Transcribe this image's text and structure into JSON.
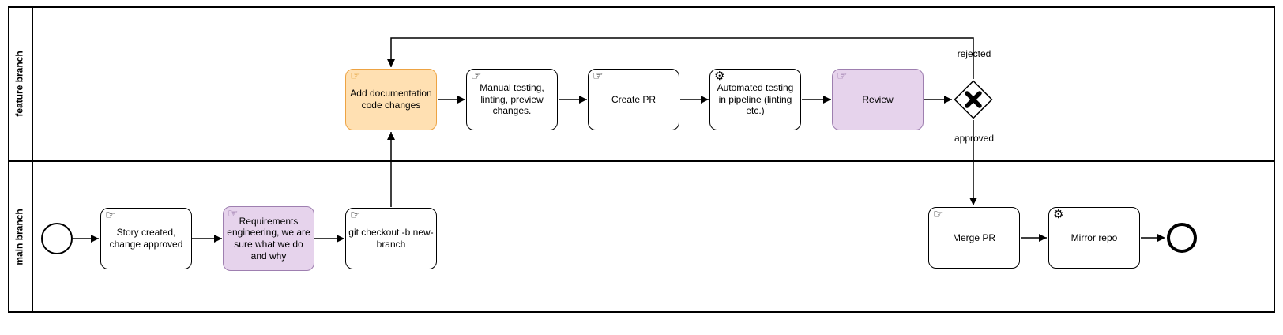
{
  "lanes": [
    {
      "label": "feature branch"
    },
    {
      "label": "main branch"
    }
  ],
  "icons": {
    "manual_task": "☞",
    "service_task": "⚙"
  },
  "nodes": {
    "start_event": {
      "type": "start-event"
    },
    "story_created": {
      "label": "Story created, change approved",
      "type": "manual-task"
    },
    "requirements": {
      "label": "Requirements engineering, we are sure what we do and why",
      "type": "manual-task",
      "color": "purple"
    },
    "git_checkout": {
      "label": "git checkout -b new-branch",
      "type": "manual-task"
    },
    "add_documentation": {
      "label": "Add documentation code changes",
      "type": "manual-task",
      "color": "orange"
    },
    "manual_testing": {
      "label": "Manual testing, linting, preview changes.",
      "type": "manual-task"
    },
    "create_pr": {
      "label": "Create PR",
      "type": "manual-task"
    },
    "automated_testing": {
      "label": "Automated testing in pipeline (linting etc.)",
      "type": "service-task"
    },
    "review": {
      "label": "Review",
      "type": "manual-task",
      "color": "purple"
    },
    "decision_gateway": {
      "type": "exclusive-gateway"
    },
    "merge_pr": {
      "label": "Merge PR",
      "type": "manual-task"
    },
    "mirror_repo": {
      "label": "Mirror repo",
      "type": "service-task"
    },
    "end_event": {
      "type": "end-event"
    }
  },
  "flow_labels": {
    "rejected": "rejected",
    "approved": "approved"
  },
  "colors": {
    "shape_stroke": "#000000",
    "shape_fill": "#FFFFFF",
    "orange_fill": "#FFE0B2",
    "orange_stroke": "#EDA343",
    "purple_fill": "#E6D3EC",
    "purple_stroke": "#9E7FB0"
  }
}
